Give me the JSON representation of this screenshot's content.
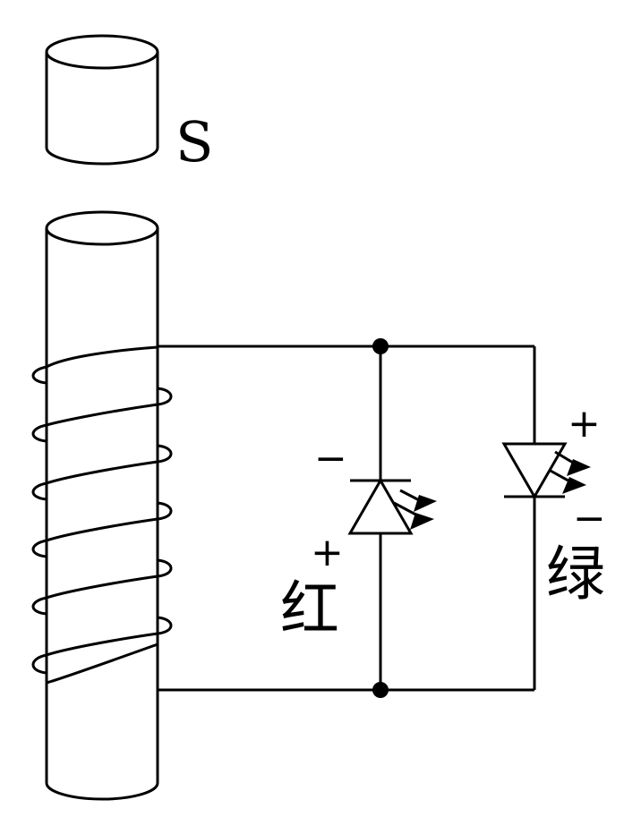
{
  "magnet": {
    "pole_label": "S"
  },
  "red_led": {
    "name": "红",
    "top_terminal": "−",
    "bottom_terminal": "+"
  },
  "green_led": {
    "name": "绿",
    "top_terminal": "+",
    "bottom_terminal": "−"
  },
  "colors": {
    "stroke": "#000000",
    "background": "#ffffff"
  }
}
